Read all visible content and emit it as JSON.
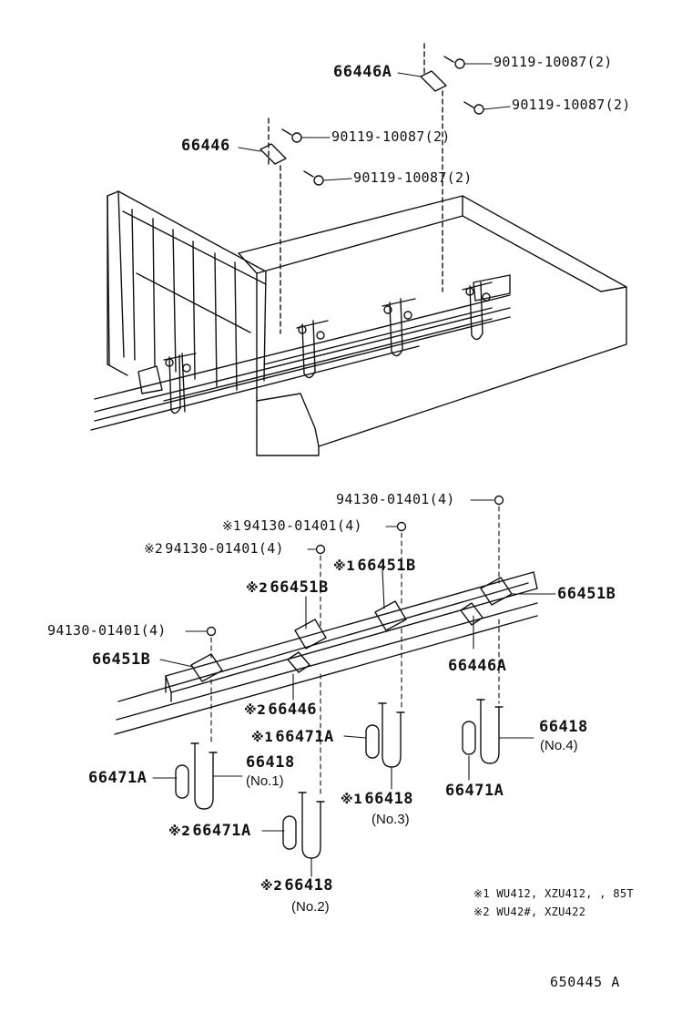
{
  "top_labels": {
    "part_66446A": "66446A",
    "part_66446": "66446",
    "bolt_1": "90119-10087(2)",
    "bolt_2": "90119-10087(2)",
    "bolt_3": "90119-10087(2)",
    "bolt_4": "90119-10087(2)"
  },
  "bottom_labels": {
    "mark_1": "※1",
    "mark_2": "※2",
    "nut_a": "94130-01401(4)",
    "nut_b": "94130-01401(4)",
    "nut_c": "94130-01401(4)",
    "nut_d": "94130-01401(4)",
    "seat_a": "66451B",
    "seat_b": "66451B",
    "seat_c": "66451B",
    "seat_d": "66451B",
    "spacer_a": "66446A",
    "spacer_b": "66446",
    "pad_a": "66471A",
    "pad_b": "66471A",
    "pad_c": "66471A",
    "pad_d": "66471A",
    "bolt_no1": "66418",
    "bolt_no1_sub": "(No.1)",
    "bolt_no2": "66418",
    "bolt_no2_sub": "(No.2)",
    "bolt_no3": "66418",
    "bolt_no3_sub": "(No.3)",
    "bolt_no4": "66418",
    "bolt_no4_sub": "(No.4)"
  },
  "notes": {
    "note_1": "※1 WU412, XZU412, , 85T",
    "note_2": "※2 WU42#, XZU422"
  },
  "diagram_code": "650445 A"
}
